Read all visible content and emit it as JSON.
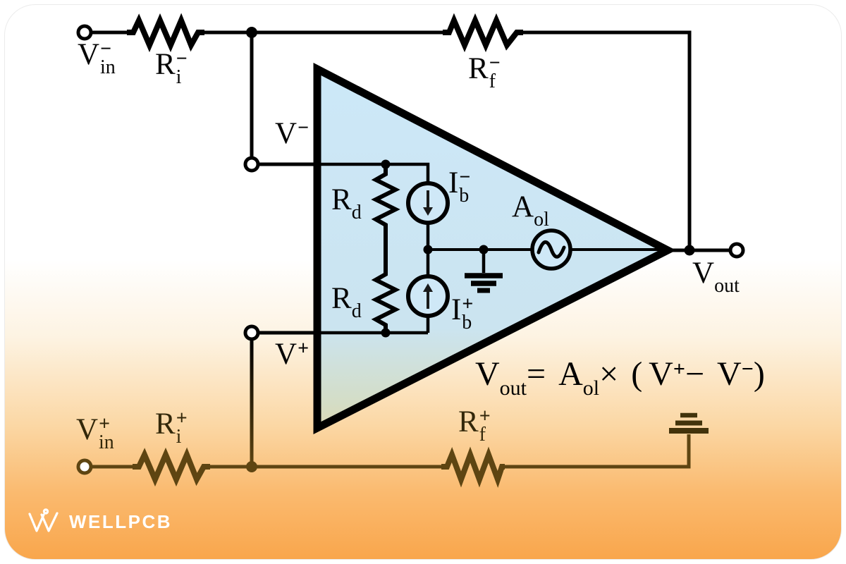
{
  "labels": {
    "vin_neg": {
      "base": "V",
      "sup": "−",
      "sub": "in"
    },
    "ri_neg": {
      "base": "R",
      "sup": "−",
      "sub": "i"
    },
    "rf_neg": {
      "base": "R",
      "sup": "−",
      "sub": "f"
    },
    "v_minus": {
      "base": "V",
      "sup": "−",
      "sub": ""
    },
    "rd_top": {
      "base": "R",
      "sup": "",
      "sub": "d"
    },
    "ib_neg": {
      "base": "I",
      "sup": "−",
      "sub": "b"
    },
    "aol": {
      "base": "A",
      "sup": "",
      "sub": "ol"
    },
    "rd_bottom": {
      "base": "R",
      "sup": "",
      "sub": "d"
    },
    "ib_pos": {
      "base": "I",
      "sup": "+",
      "sub": "b"
    },
    "vout": {
      "base": "V",
      "sup": "",
      "sub": "out"
    },
    "v_plus": {
      "base": "V",
      "sup": "+",
      "sub": ""
    },
    "vin_pos": {
      "base": "V",
      "sup": "+",
      "sub": "in"
    },
    "ri_pos": {
      "base": "R",
      "sup": "+",
      "sub": "i"
    },
    "rf_pos": {
      "base": "R",
      "sup": "+",
      "sub": "f"
    }
  },
  "formula": {
    "lhs_base": "V",
    "lhs_sub": "out",
    "equals": "=",
    "gain_base": "A",
    "gain_sub": "ol",
    "times": "×",
    "open": "(",
    "v_plus_base": "V",
    "v_plus_sup": "+",
    "minus": "−",
    "v_minus_base": "V",
    "v_minus_sup": "−",
    "close": ")"
  },
  "logo": {
    "brand": "WELLPCB"
  },
  "colors": {
    "background_orange": "#f9a64c",
    "opamp_fill_blue": "#cde9f8",
    "wire_black": "#000000",
    "wire_brown": "#5e4512",
    "ground_brown": "#42330b"
  }
}
